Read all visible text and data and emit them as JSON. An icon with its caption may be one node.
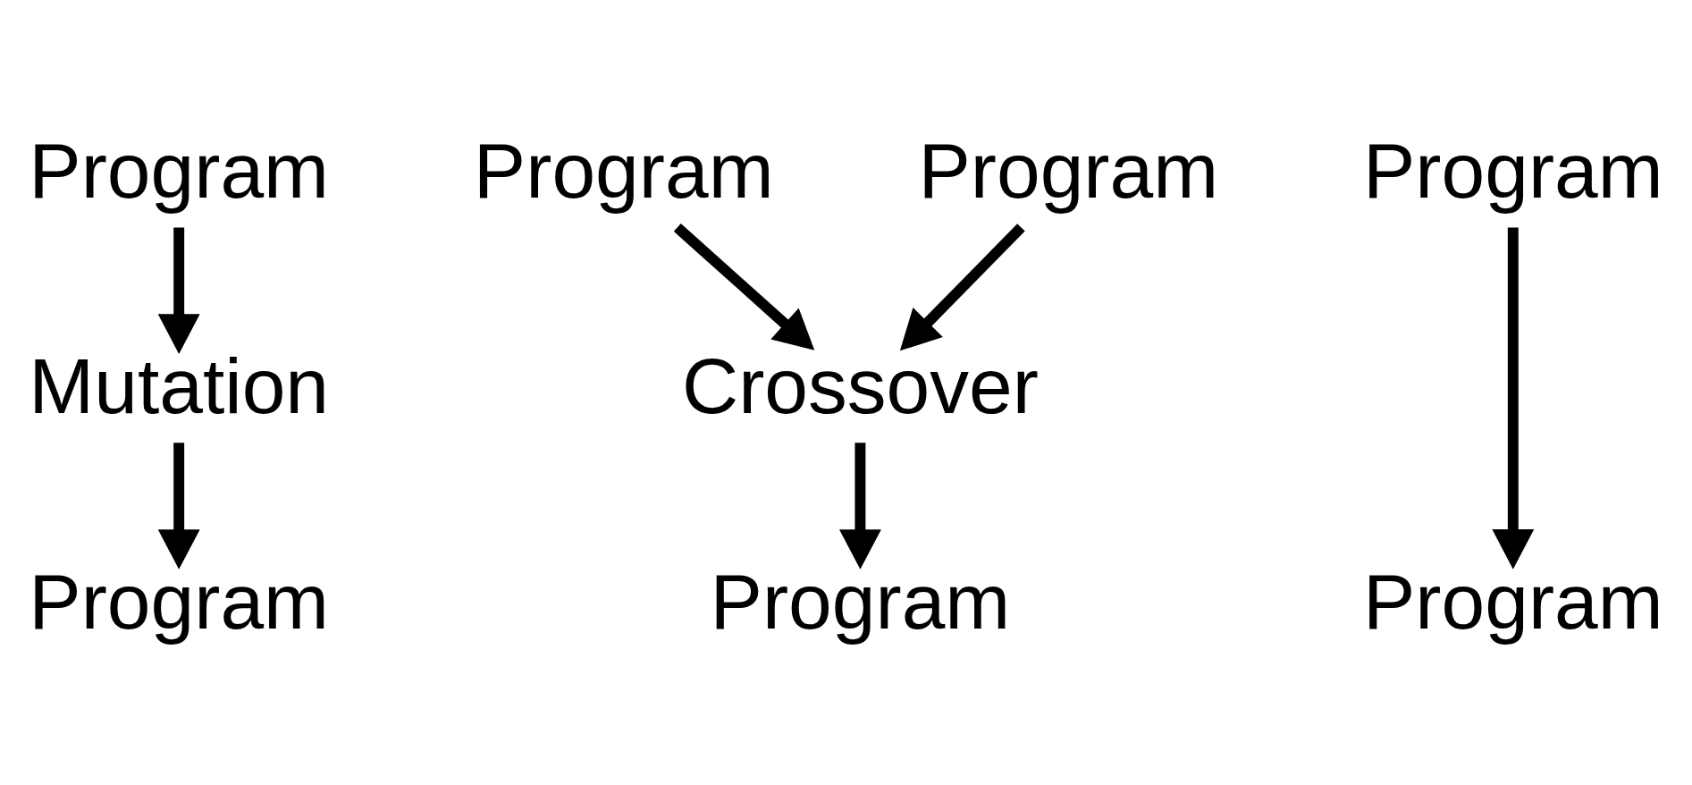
{
  "diagram": {
    "nodes": [
      {
        "text": [
          "Program"
        ]
      },
      {
        "text": [
          "Program"
        ]
      },
      {
        "text": [
          "Program"
        ]
      },
      {
        "text": [
          "Program"
        ]
      },
      {
        "text": [
          "Mutation"
        ]
      },
      {
        "text": [
          "Crossover"
        ]
      },
      {
        "text": [
          "Program"
        ]
      },
      {
        "text": [
          "Program"
        ]
      },
      {
        "text": [
          "Program"
        ]
      }
    ],
    "edges": [
      {
        "from": 0,
        "to": 4,
        "arrow": "to"
      },
      {
        "from": 4,
        "to": 6,
        "arrow": "to"
      },
      {
        "from": 1,
        "to": 5,
        "arrow": "to"
      },
      {
        "from": 2,
        "to": 5,
        "arrow": "to"
      },
      {
        "from": 5,
        "to": 7,
        "arrow": "to"
      },
      {
        "from": 3,
        "to": 8,
        "arrow": "to"
      }
    ]
  }
}
